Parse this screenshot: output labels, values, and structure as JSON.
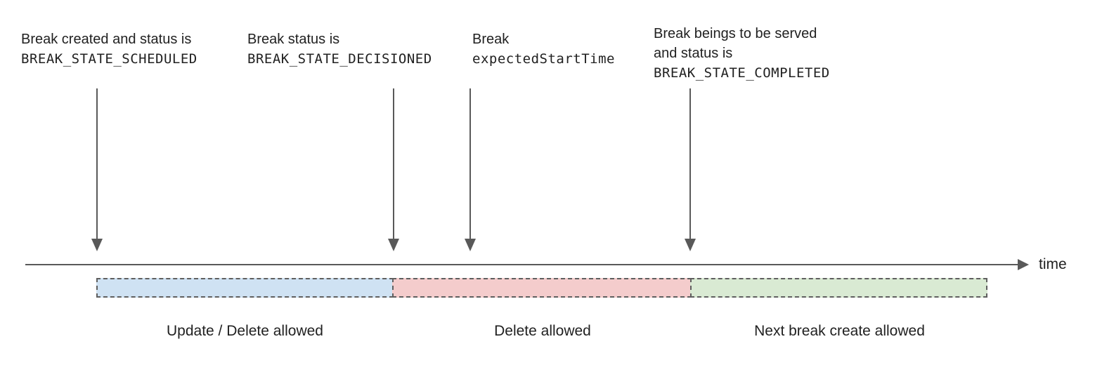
{
  "annotations": [
    {
      "line1": "Break created and status is",
      "line2": "BREAK_STATE_SCHEDULED"
    },
    {
      "line1": "Break status is",
      "line2": "BREAK_STATE_DECISIONED"
    },
    {
      "line1": "Break",
      "line2": "expectedStartTime"
    },
    {
      "line1": "Break beings to be served",
      "line2": "and status is",
      "line3": "BREAK_STATE_COMPLETED"
    }
  ],
  "timeline": {
    "axis_label": "time"
  },
  "segments": [
    {
      "label": "Update / Delete allowed",
      "color": "#cfe2f3"
    },
    {
      "label": "Delete allowed",
      "color": "#f4cccc"
    },
    {
      "label": "Next break create allowed",
      "color": "#d9ead3"
    }
  ],
  "colors": {
    "arrow": "#595959",
    "segment_border": "#5f5f5f",
    "text": "#212121"
  }
}
